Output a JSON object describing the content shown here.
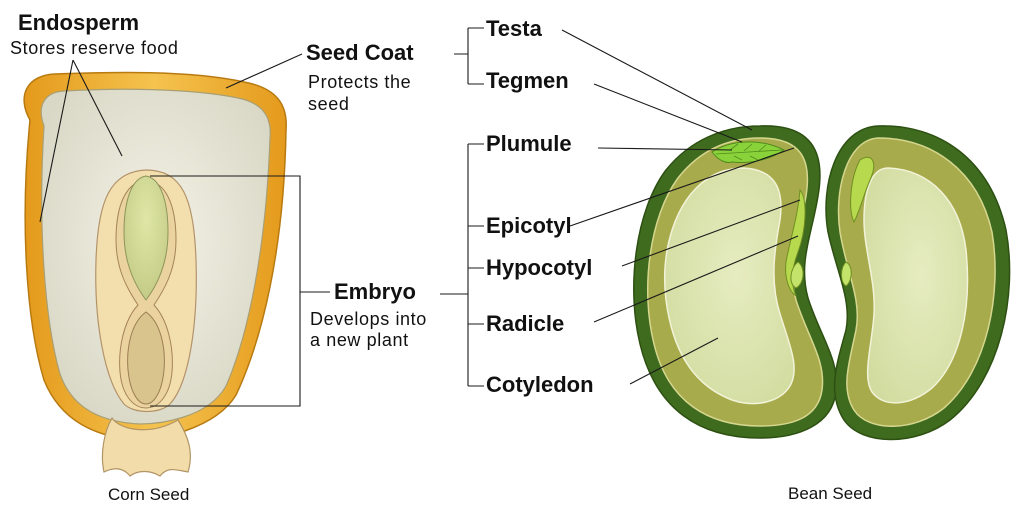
{
  "labels": {
    "endosperm": "Endosperm",
    "endosperm_desc": "Stores reserve food",
    "seed_coat": "Seed Coat",
    "seed_coat_desc_1": "Protects the",
    "seed_coat_desc_2": "seed",
    "testa": "Testa",
    "tegmen": "Tegmen",
    "plumule": "Plumule",
    "epicotyl": "Epicotyl",
    "hypocotyl": "Hypocotyl",
    "radicle": "Radicle",
    "cotyledon": "Cotyledon",
    "embryo": "Embryo",
    "embryo_desc_1": "Develops into",
    "embryo_desc_2": "a new plant"
  },
  "captions": {
    "corn": "Corn Seed",
    "bean": "Bean Seed"
  },
  "colors": {
    "corn_coat": "#e9a92a",
    "corn_endosperm": "#eceadb",
    "embryo_fill": "#f3e0b0",
    "embryo_core": "#cfd88f",
    "bean_coat": "#3d6a1c",
    "bean_inner": "#a6a94a",
    "bean_cotyledon": "#dfe6b4",
    "plumule_green": "#7ccb2f"
  }
}
